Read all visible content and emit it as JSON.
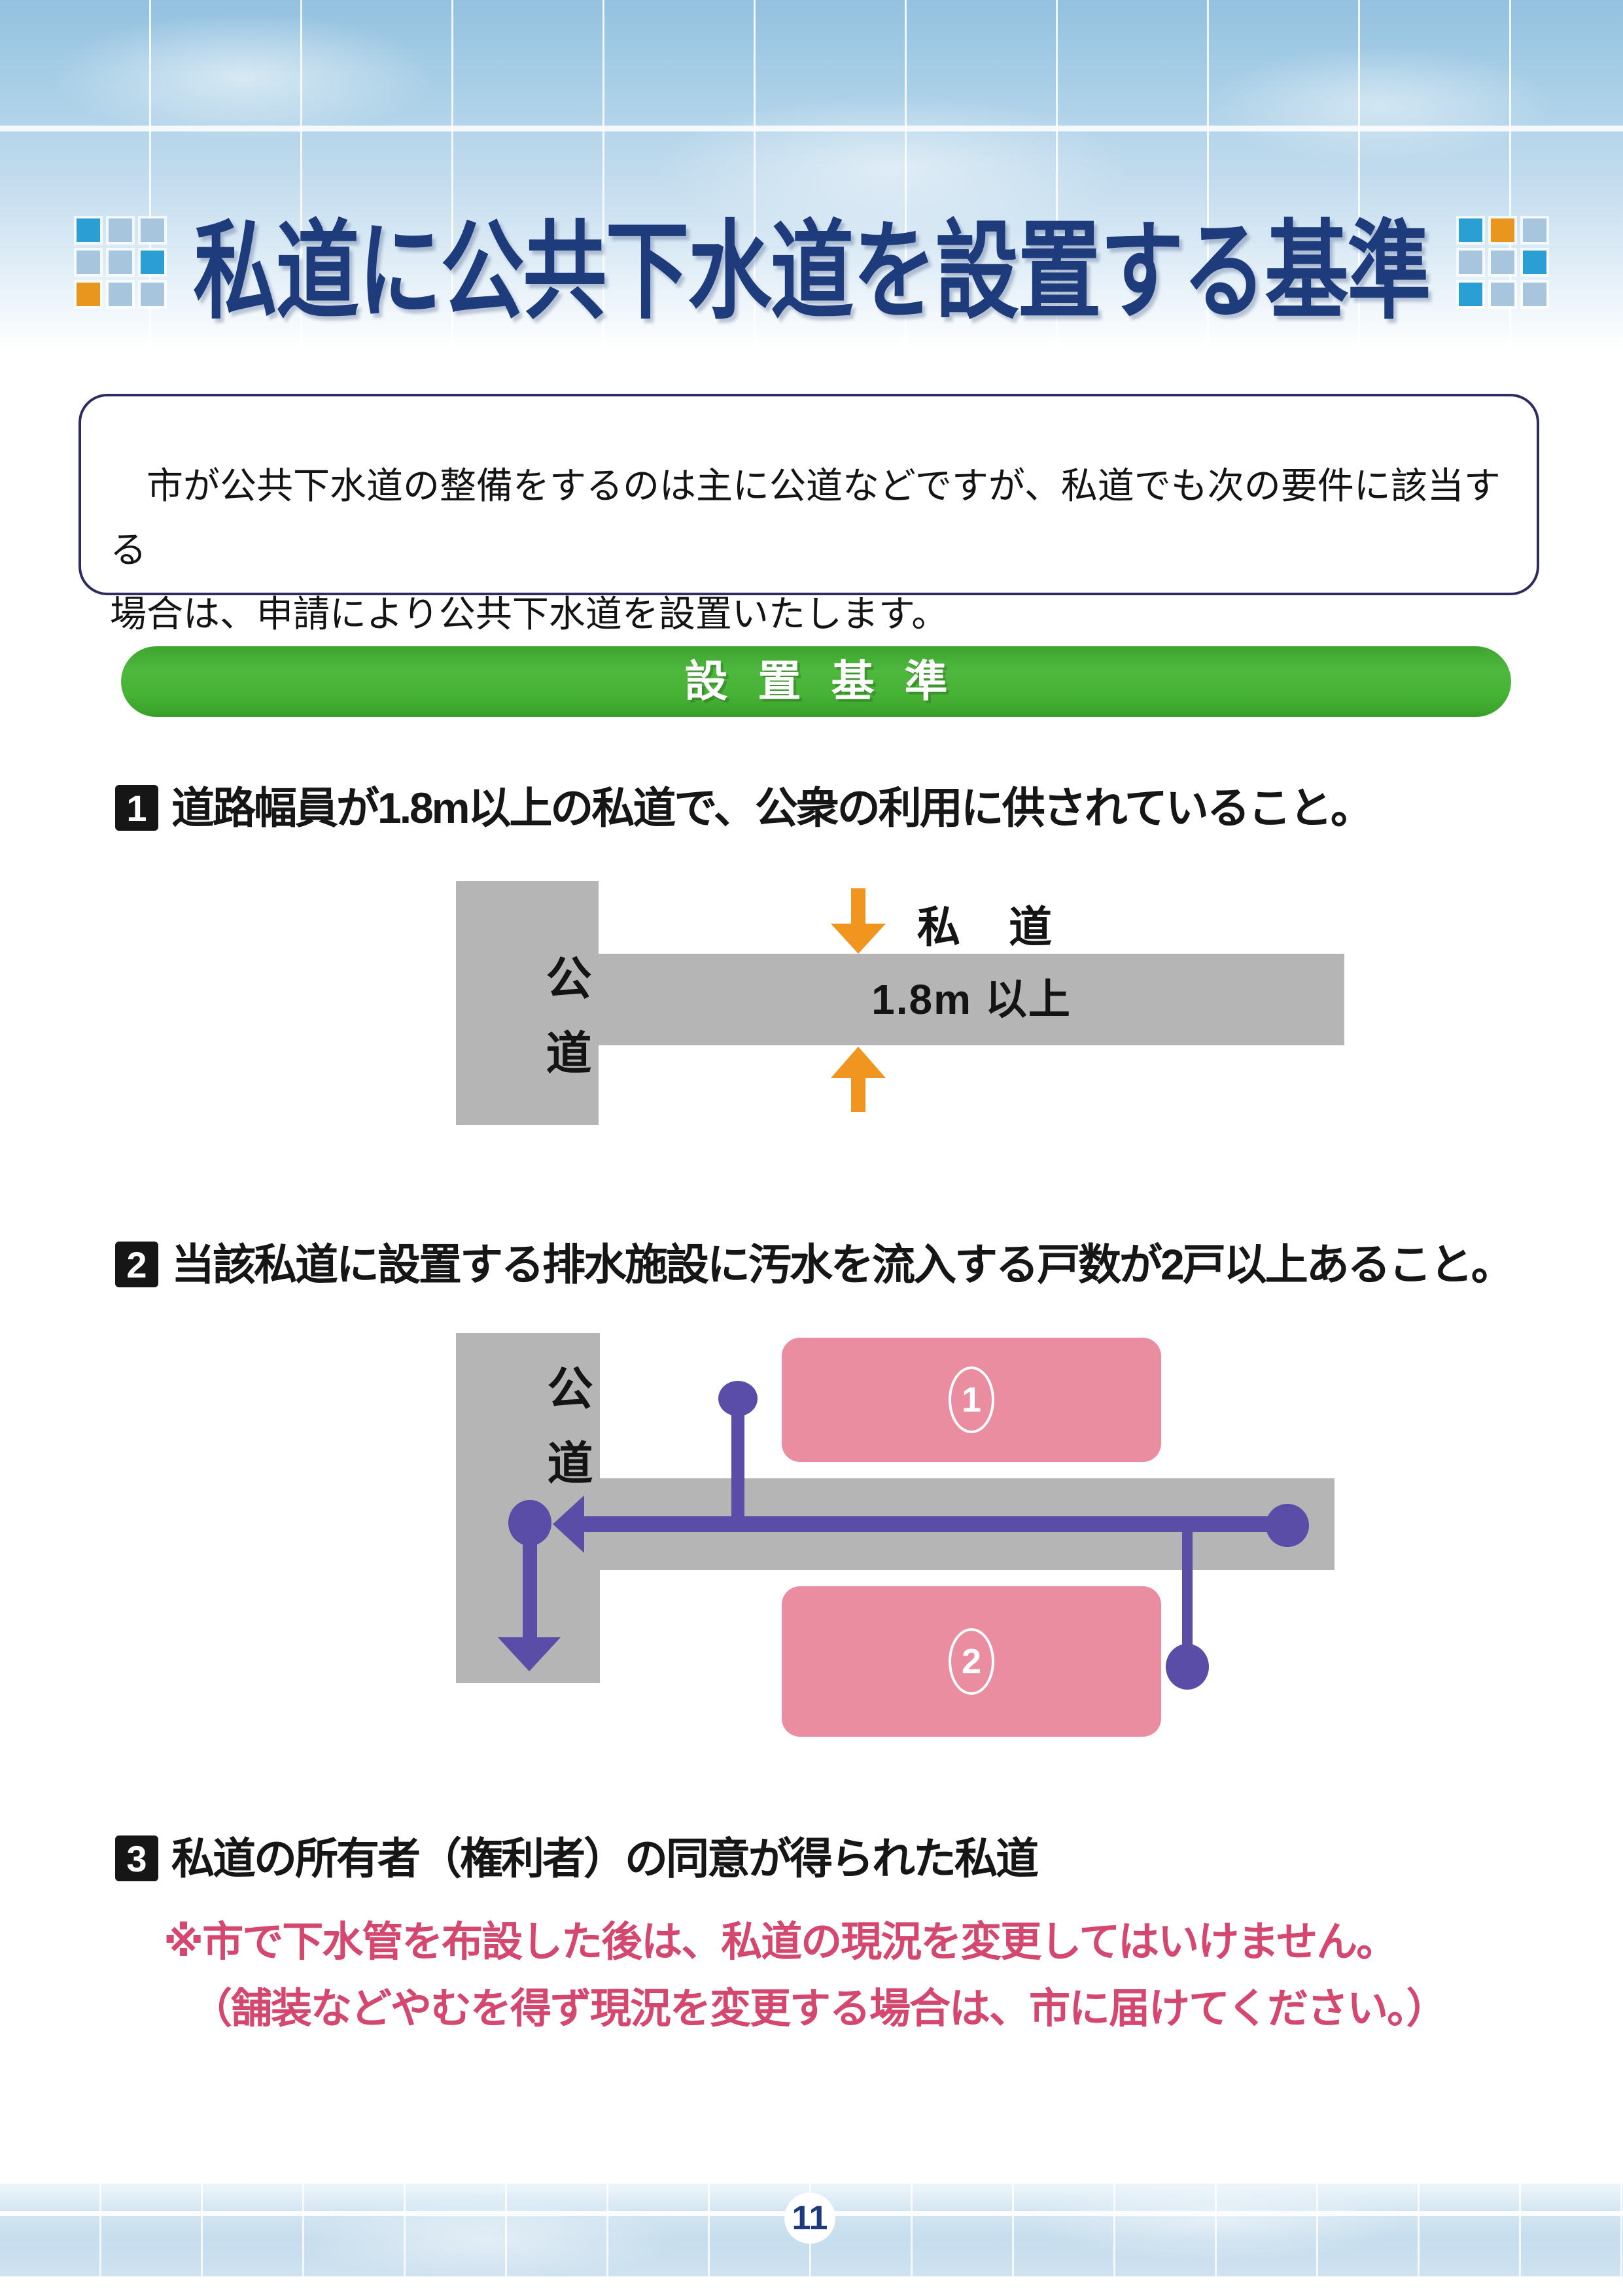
{
  "page": {
    "title": "私道に公共下水道を設置する基準",
    "page_number": "11"
  },
  "decor": {
    "left_grid": [
      "b",
      "l",
      "l",
      "l",
      "l",
      "b",
      "o",
      "l",
      "l"
    ],
    "right_grid": [
      "b",
      "o",
      "l",
      "l",
      "l",
      "b",
      "b",
      "l",
      "l"
    ]
  },
  "intro": {
    "line1": "　市が公共下水道の整備をするのは主に公道などですが、私道でも次の要件に該当する",
    "line2": "場合は、申請により公共下水道を設置いたします。"
  },
  "banner": {
    "label": "設置基準"
  },
  "criteria": [
    {
      "number": "1",
      "text": "道路幅員が1.8m以上の私道で、公衆の利用に供されていること。"
    },
    {
      "number": "2",
      "text": "当該私道に設置する排水施設に汚水を流入する戸数が2戸以上あること。"
    },
    {
      "number": "3",
      "text": "私道の所有者（権利者）の同意が得られた私道"
    }
  ],
  "notes": {
    "line1": "※市で下水管を布設した後は、私道の現況を変更してはいけません。",
    "line2": "（舗装などやむを得ず現況を変更する場合は、市に届けてください。）"
  },
  "diagram1": {
    "public_road_label": "公道",
    "private_road_label": "私　道",
    "width_label": "1.8m 以上"
  },
  "diagram2": {
    "public_road_label": "公道",
    "building1_number": "1",
    "building2_number": "2"
  },
  "colors": {
    "title_navy": "#1e3c7c",
    "deco_strong_blue": "#2b9ed3",
    "deco_light_blue": "#a7c6dd",
    "deco_orange": "#e8961e",
    "banner_green": "#46b235",
    "road_gray": "#b5b5b5",
    "building_pink": "#ea8da1",
    "pipe_purple": "#5a4da8",
    "arrow_orange": "#f0951f",
    "note_pink": "#d4476f",
    "intro_border": "#2c2c5e"
  }
}
